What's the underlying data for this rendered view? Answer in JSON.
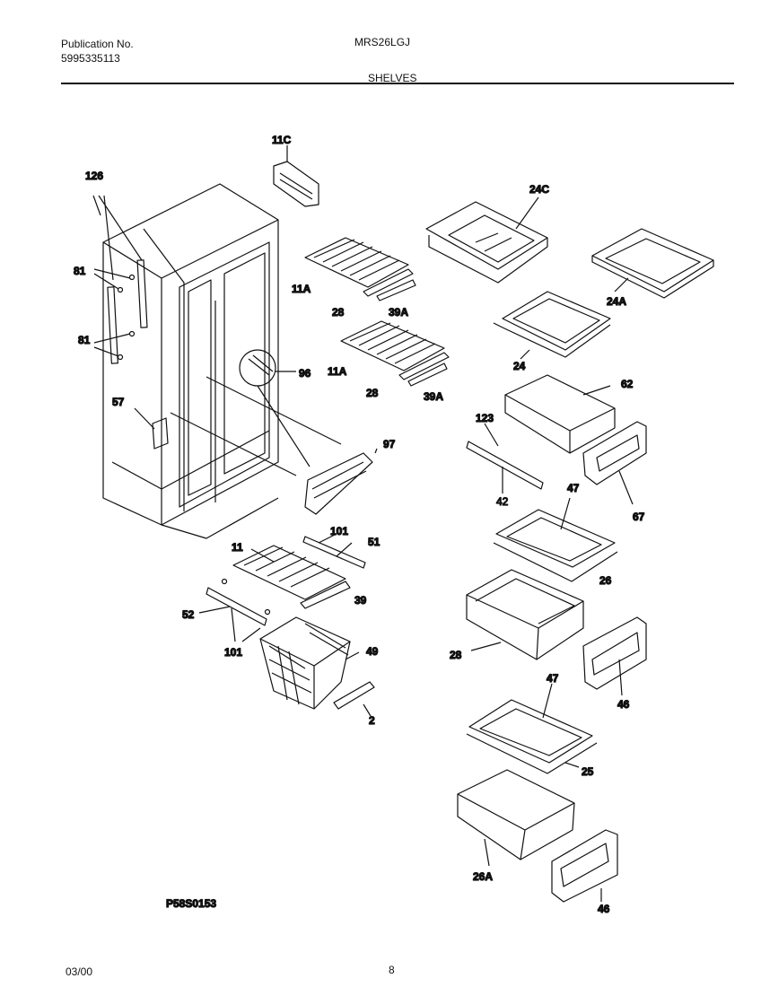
{
  "header": {
    "publication_label": "Publication No.",
    "publication_number": "5995335113",
    "model": "MRS26LGJ",
    "section_title": "SHELVES"
  },
  "diagram_code": "P58S0153",
  "footer": {
    "date": "03/00",
    "page": "8"
  },
  "callouts": [
    "11C",
    "126",
    "81",
    "81",
    "24C",
    "11A",
    "28",
    "39A",
    "24A",
    "24",
    "96",
    "11A",
    "28",
    "39A",
    "57",
    "62",
    "123",
    "97",
    "42",
    "47",
    "67",
    "101",
    "51",
    "11",
    "39",
    "52",
    "26",
    "101",
    "49",
    "28",
    "46",
    "2",
    "47",
    "25",
    "26A",
    "46"
  ]
}
